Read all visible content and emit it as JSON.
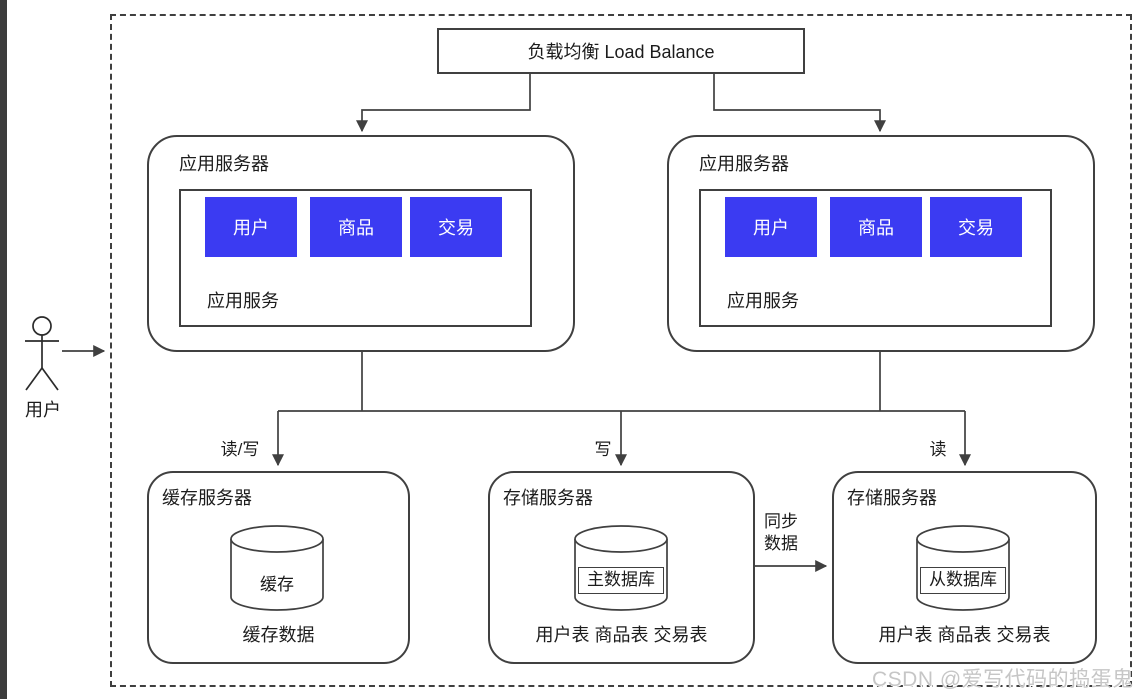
{
  "load_balancer": {
    "label": "负载均衡 Load Balance"
  },
  "actor": {
    "label": "用户"
  },
  "app_servers": [
    {
      "title": "应用服务器",
      "modules": [
        "用户",
        "商品",
        "交易"
      ],
      "service_label": "应用服务"
    },
    {
      "title": "应用服务器",
      "modules": [
        "用户",
        "商品",
        "交易"
      ],
      "service_label": "应用服务"
    }
  ],
  "edge_labels": {
    "read_write": "读/写",
    "write": "写",
    "read": "读",
    "sync_line1": "同步",
    "sync_line2": "数据"
  },
  "cache_server": {
    "title": "缓存服务器",
    "database": "缓存",
    "caption": "缓存数据"
  },
  "master_server": {
    "title": "存储服务器",
    "database": "主数据库",
    "caption": "用户表 商品表 交易表"
  },
  "slave_server": {
    "title": "存储服务器",
    "database": "从数据库",
    "caption": "用户表 商品表 交易表"
  },
  "watermark": "CSDN @爱写代码的捣蛋鬼",
  "colors": {
    "module_blue": "#3b3bf2",
    "line": "#404040",
    "watermark_gray": "#c6c6c6"
  }
}
